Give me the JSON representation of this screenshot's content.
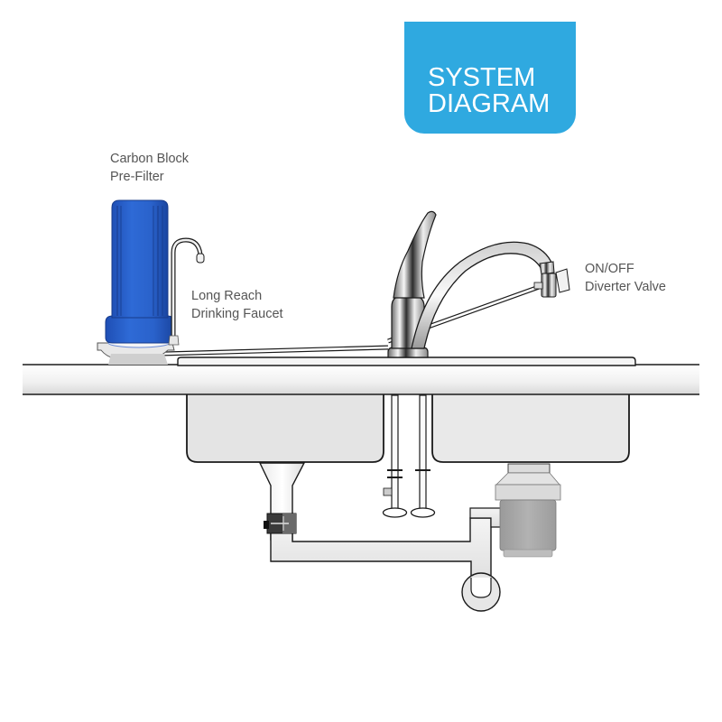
{
  "title": {
    "line1": "SYSTEM",
    "line2": "DIAGRAM",
    "background": "#2fa9e0"
  },
  "labels": {
    "prefilter": {
      "line1": "Carbon Block",
      "line2": "Pre-Filter"
    },
    "drinking_faucet": {
      "line1": "Long Reach",
      "line2": "Drinking Faucet"
    },
    "diverter_valve": {
      "line1": "ON/OFF",
      "line2": "Diverter Valve"
    }
  },
  "colors": {
    "filter_blue": "#2a63c9",
    "filter_dark": "#1b47a4",
    "outline": "#1a1a1a",
    "sink_fill": "#e6e6e6",
    "disposer_gray": "#a8a8a8",
    "label_text": "#555555"
  }
}
